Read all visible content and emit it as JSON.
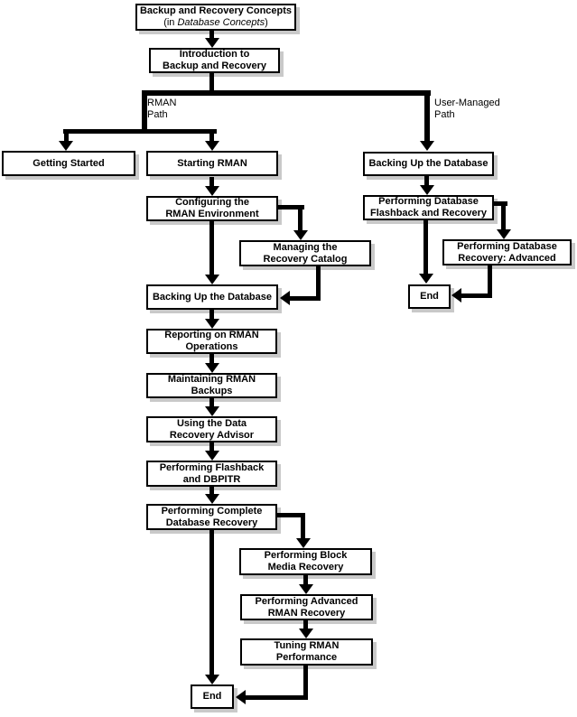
{
  "nodes": {
    "concepts": {
      "lines": [
        "Backup and Recovery Concepts"
      ],
      "sub": {
        "prefix": "(in ",
        "italic": "Database Concepts",
        "suffix": ")"
      }
    },
    "intro": {
      "lines": [
        "Introduction to",
        "Backup and Recovery"
      ]
    },
    "getting_started": {
      "lines": [
        "Getting Started"
      ]
    },
    "starting_rman": {
      "lines": [
        "Starting RMAN"
      ]
    },
    "configuring": {
      "lines": [
        "Configuring the",
        "RMAN Environment"
      ]
    },
    "managing_catalog": {
      "lines": [
        "Managing the",
        "Recovery Catalog"
      ]
    },
    "backing_up_rman": {
      "lines": [
        "Backing Up the Database"
      ]
    },
    "reporting": {
      "lines": [
        "Reporting on RMAN",
        "Operations"
      ]
    },
    "maintaining": {
      "lines": [
        "Maintaining RMAN",
        "Backups"
      ]
    },
    "using_dra": {
      "lines": [
        "Using the Data",
        "Recovery Advisor"
      ]
    },
    "flashback_dbpitr": {
      "lines": [
        "Performing Flashback",
        "and DBPITR"
      ]
    },
    "complete_recovery": {
      "lines": [
        "Performing Complete",
        "Database Recovery"
      ]
    },
    "block_media": {
      "lines": [
        "Performing Block",
        "Media Recovery"
      ]
    },
    "advanced_rman": {
      "lines": [
        "Performing Advanced",
        "RMAN Recovery"
      ]
    },
    "tuning": {
      "lines": [
        "Tuning RMAN",
        "Performance"
      ]
    },
    "end_rman": {
      "lines": [
        "End"
      ]
    },
    "backing_up_um": {
      "lines": [
        "Backing Up the Database"
      ]
    },
    "flashback_um": {
      "lines": [
        "Performing Database",
        "Flashback and Recovery"
      ]
    },
    "recovery_advanced": {
      "lines": [
        "Performing Database",
        "Recovery: Advanced"
      ]
    },
    "end_um": {
      "lines": [
        "End"
      ]
    }
  },
  "labels": {
    "rman_path": {
      "lines": [
        "RMAN",
        "Path"
      ]
    },
    "user_managed_path": {
      "lines": [
        "User-Managed",
        "Path"
      ]
    }
  },
  "colors": {
    "box_border": "#000000",
    "box_background": "#ffffff",
    "shadow": "#c9c9c9",
    "connector": "#000000",
    "text": "#000000",
    "page_background": "#ffffff"
  }
}
